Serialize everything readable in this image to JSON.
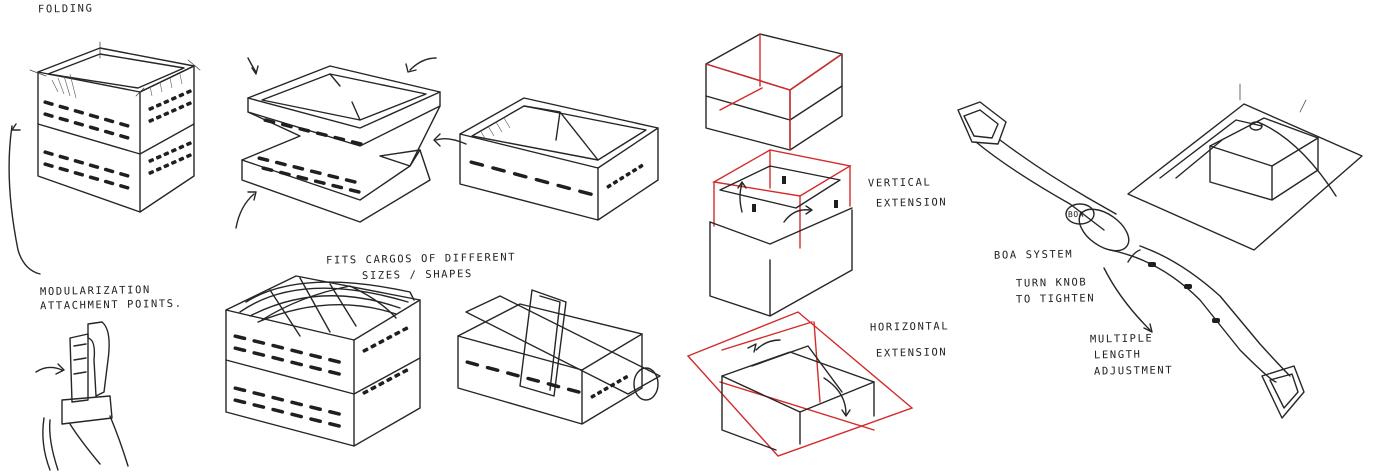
{
  "labels": {
    "folding": "FOLDING",
    "modularization": "MODULARIZATION",
    "attachment": "ATTACHMENT POINTS.",
    "fits_line1": "FITS CARGOS OF DIFFERENT",
    "fits_line2": "SIZES / SHAPES",
    "vertical": "VERTICAL",
    "vertical_ext": "EXTENSION",
    "horizontal": "HORIZONTAL",
    "horizontal_ext": "EXTENSION",
    "boa_system": "BOA SYSTEM",
    "boa_dial": "BOA",
    "turn_knob": "TURN KNOB",
    "to_tighten": "TO TIGHTEN",
    "multiple": "MULTIPLE",
    "length": "LENGTH",
    "adjustment": "ADJUSTMENT"
  },
  "colors": {
    "ink": "#262626",
    "red_pen": "#d42a2a",
    "paper": "#ffffff"
  }
}
